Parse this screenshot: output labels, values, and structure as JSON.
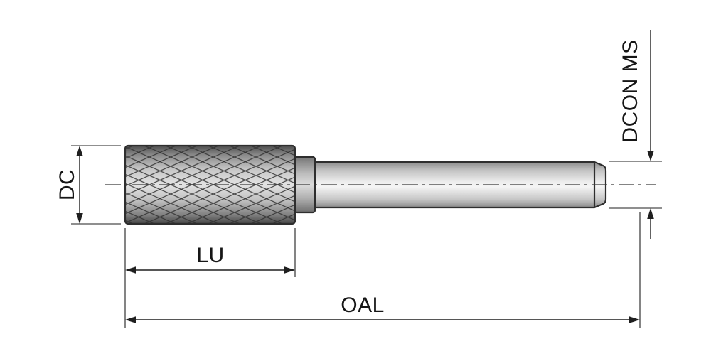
{
  "diagram": {
    "type": "technical-drawing",
    "subject": "cylindrical rotary burr with plain shank",
    "labels": {
      "dc": "DC",
      "lu": "LU",
      "oal": "OAL",
      "dcon": "DCON MS"
    },
    "colors": {
      "background": "#ffffff",
      "line": "#1f1f1f",
      "outline": "#2e2e2e",
      "metal_dark": "#4e4e4e",
      "metal_light": "#f2f2f2"
    }
  }
}
